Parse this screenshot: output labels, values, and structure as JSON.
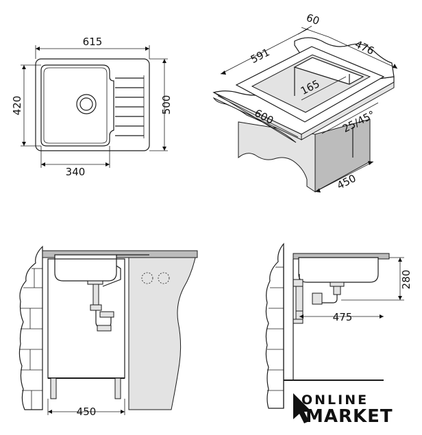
{
  "top_view": {
    "width_label": "615",
    "height_label": "420",
    "depth_label": "500",
    "bowl_label": "340"
  },
  "iso_view": {
    "label_60": "60",
    "label_476": "476",
    "label_591": "591",
    "label_165": "165",
    "label_600": "600",
    "label_angle": "25/45°",
    "label_450": "450"
  },
  "front_view": {
    "width_label": "450"
  },
  "side_view": {
    "depth_label": "475",
    "height_label": "280"
  },
  "logo": {
    "line1": "ONLINE",
    "line2": "MARKET"
  }
}
